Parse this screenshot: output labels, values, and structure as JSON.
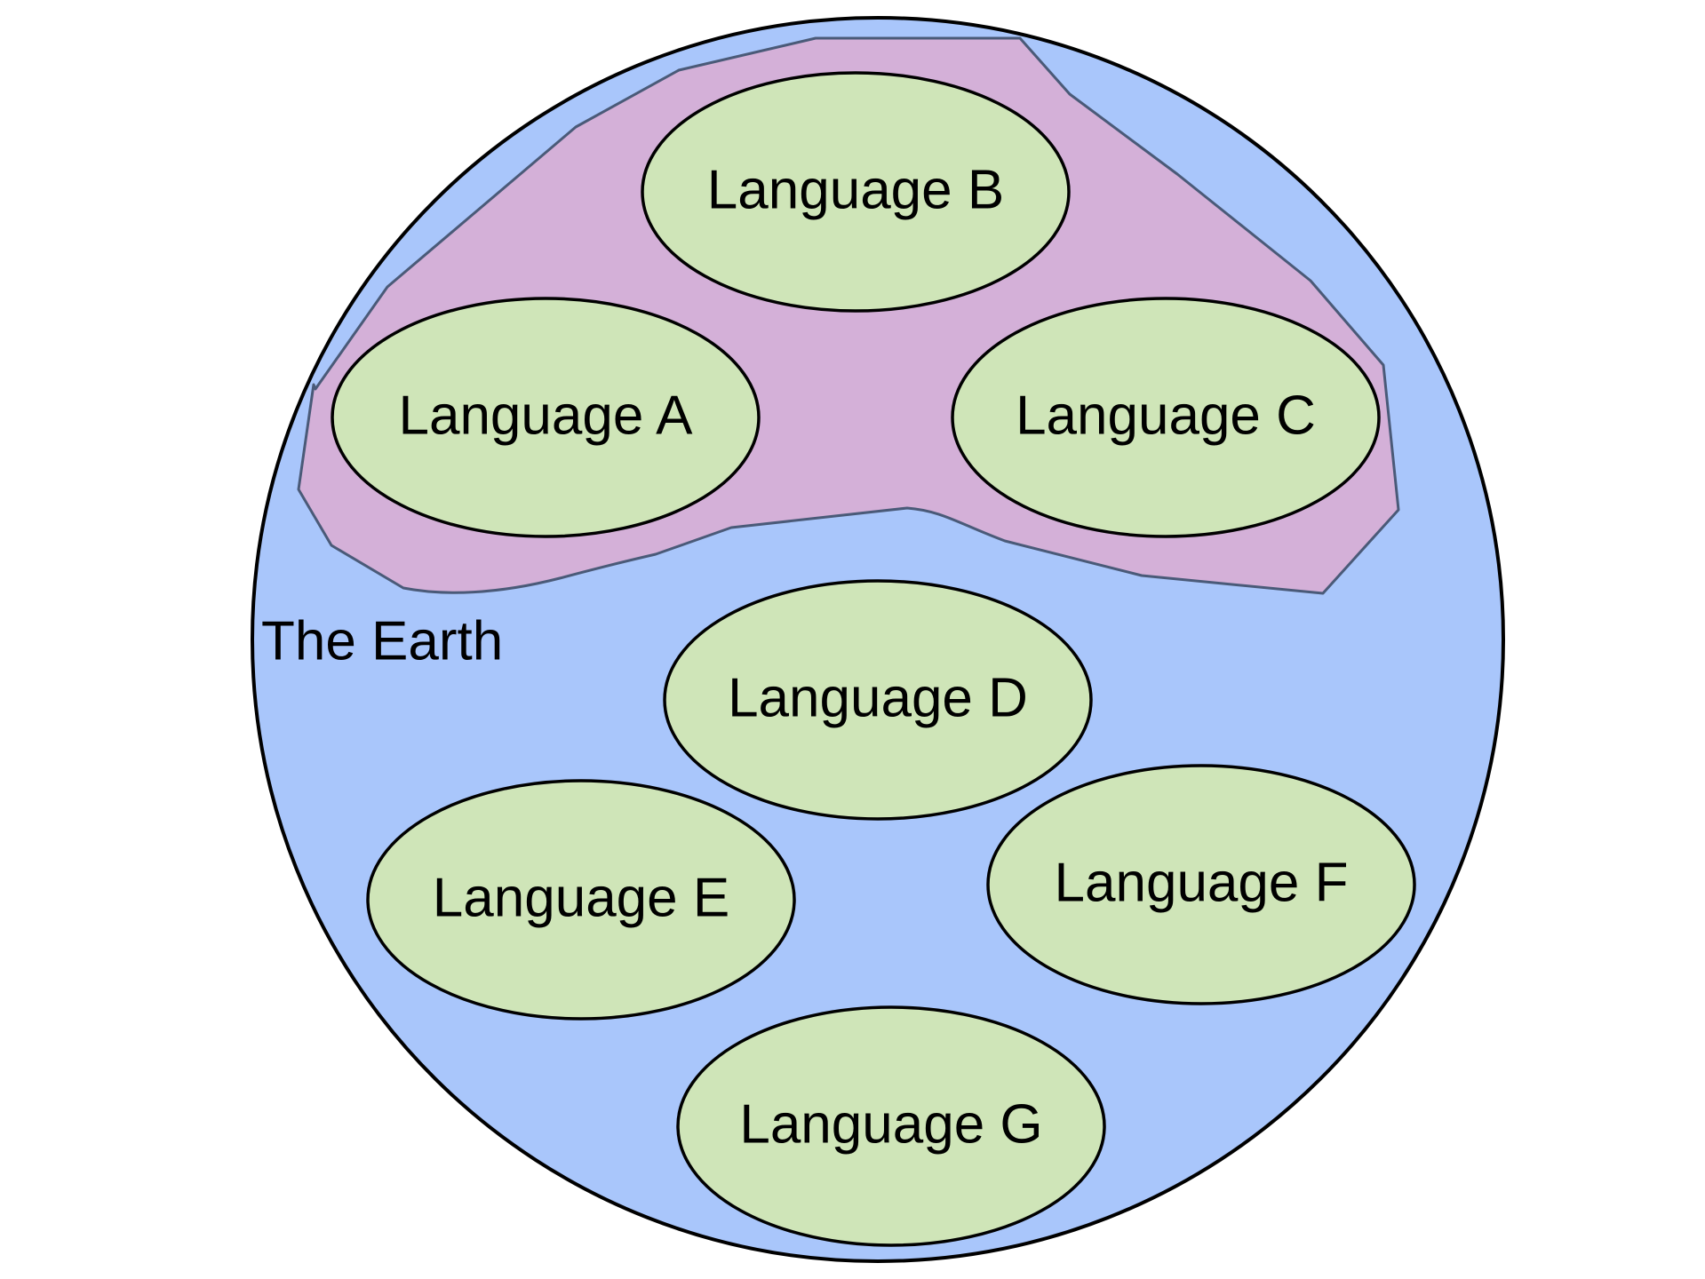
{
  "diagram": {
    "earth": {
      "label": "The Earth",
      "fill": "#a9c6fb",
      "stroke": "#000000"
    },
    "region": {
      "fill": "#d4b0d8",
      "stroke": "#4a5a78"
    },
    "languages": [
      {
        "label": "Language A",
        "fill": "#cfe5b8",
        "stroke": "#000000"
      },
      {
        "label": "Language B",
        "fill": "#cfe5b8",
        "stroke": "#000000"
      },
      {
        "label": "Language C",
        "fill": "#cfe5b8",
        "stroke": "#000000"
      },
      {
        "label": "Language D",
        "fill": "#cfe5b8",
        "stroke": "#000000"
      },
      {
        "label": "Language E",
        "fill": "#cfe5b8",
        "stroke": "#000000"
      },
      {
        "label": "Language F",
        "fill": "#cfe5b8",
        "stroke": "#000000"
      },
      {
        "label": "Language G",
        "fill": "#cfe5b8",
        "stroke": "#000000"
      }
    ]
  }
}
